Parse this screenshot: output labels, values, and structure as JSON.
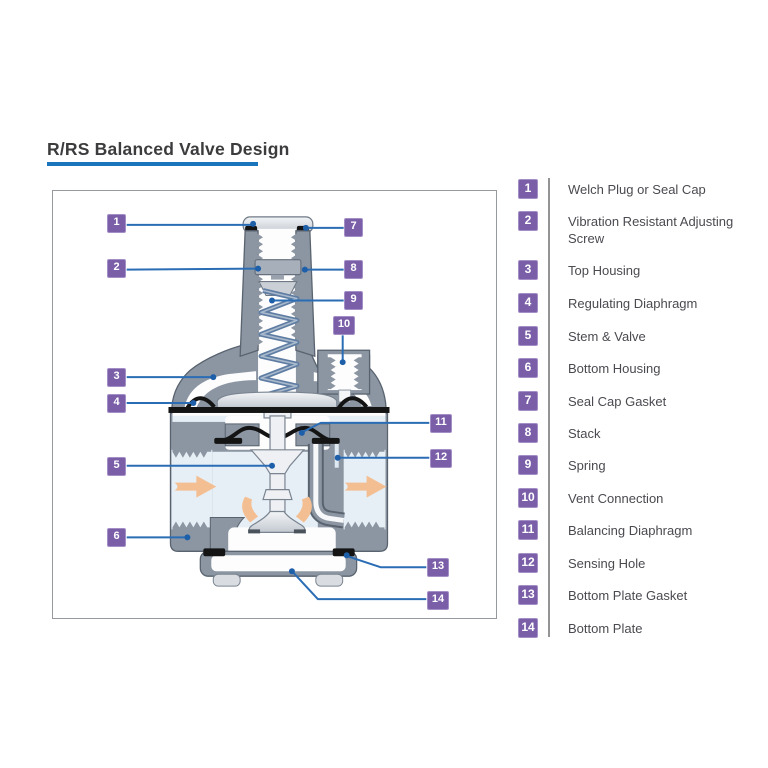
{
  "title": "R/RS Balanced Valve Design",
  "legend": {
    "items": [
      {
        "num": "1",
        "label": "Welch Plug or Seal Cap"
      },
      {
        "num": "2",
        "label": "Vibration Resistant Adjusting Screw"
      },
      {
        "num": "3",
        "label": "Top Housing"
      },
      {
        "num": "4",
        "label": "Regulating Diaphragm"
      },
      {
        "num": "5",
        "label": "Stem & Valve"
      },
      {
        "num": "6",
        "label": "Bottom Housing"
      },
      {
        "num": "7",
        "label": "Seal Cap Gasket"
      },
      {
        "num": "8",
        "label": "Stack"
      },
      {
        "num": "9",
        "label": "Spring"
      },
      {
        "num": "10",
        "label": "Vent Connection"
      },
      {
        "num": "11",
        "label": "Balancing Diaphragm"
      },
      {
        "num": "12",
        "label": "Sensing Hole"
      },
      {
        "num": "13",
        "label": "Bottom Plate Gasket"
      },
      {
        "num": "14",
        "label": "Bottom Plate"
      }
    ]
  },
  "diagram": {
    "callouts": [
      "1",
      "2",
      "3",
      "4",
      "5",
      "6",
      "7",
      "8",
      "9",
      "10",
      "11",
      "12",
      "13",
      "14"
    ]
  },
  "colors": {
    "badge_purple": "#7A5FA8",
    "badge_border_purple": "#A48EC6",
    "callout_line_blue": "#2A6DB5",
    "title_underline_blue": "#1B75BC",
    "body_gray": "#8C96A3",
    "body_outline_gray": "#59636F",
    "chamber_light_blue": "#E7EFF6",
    "flow_arrow_orange": "#F3BF92",
    "diaphragm_black": "#141414",
    "spring_blue": "#5F7DA3",
    "legend_text_gray": "#4A4A50"
  }
}
